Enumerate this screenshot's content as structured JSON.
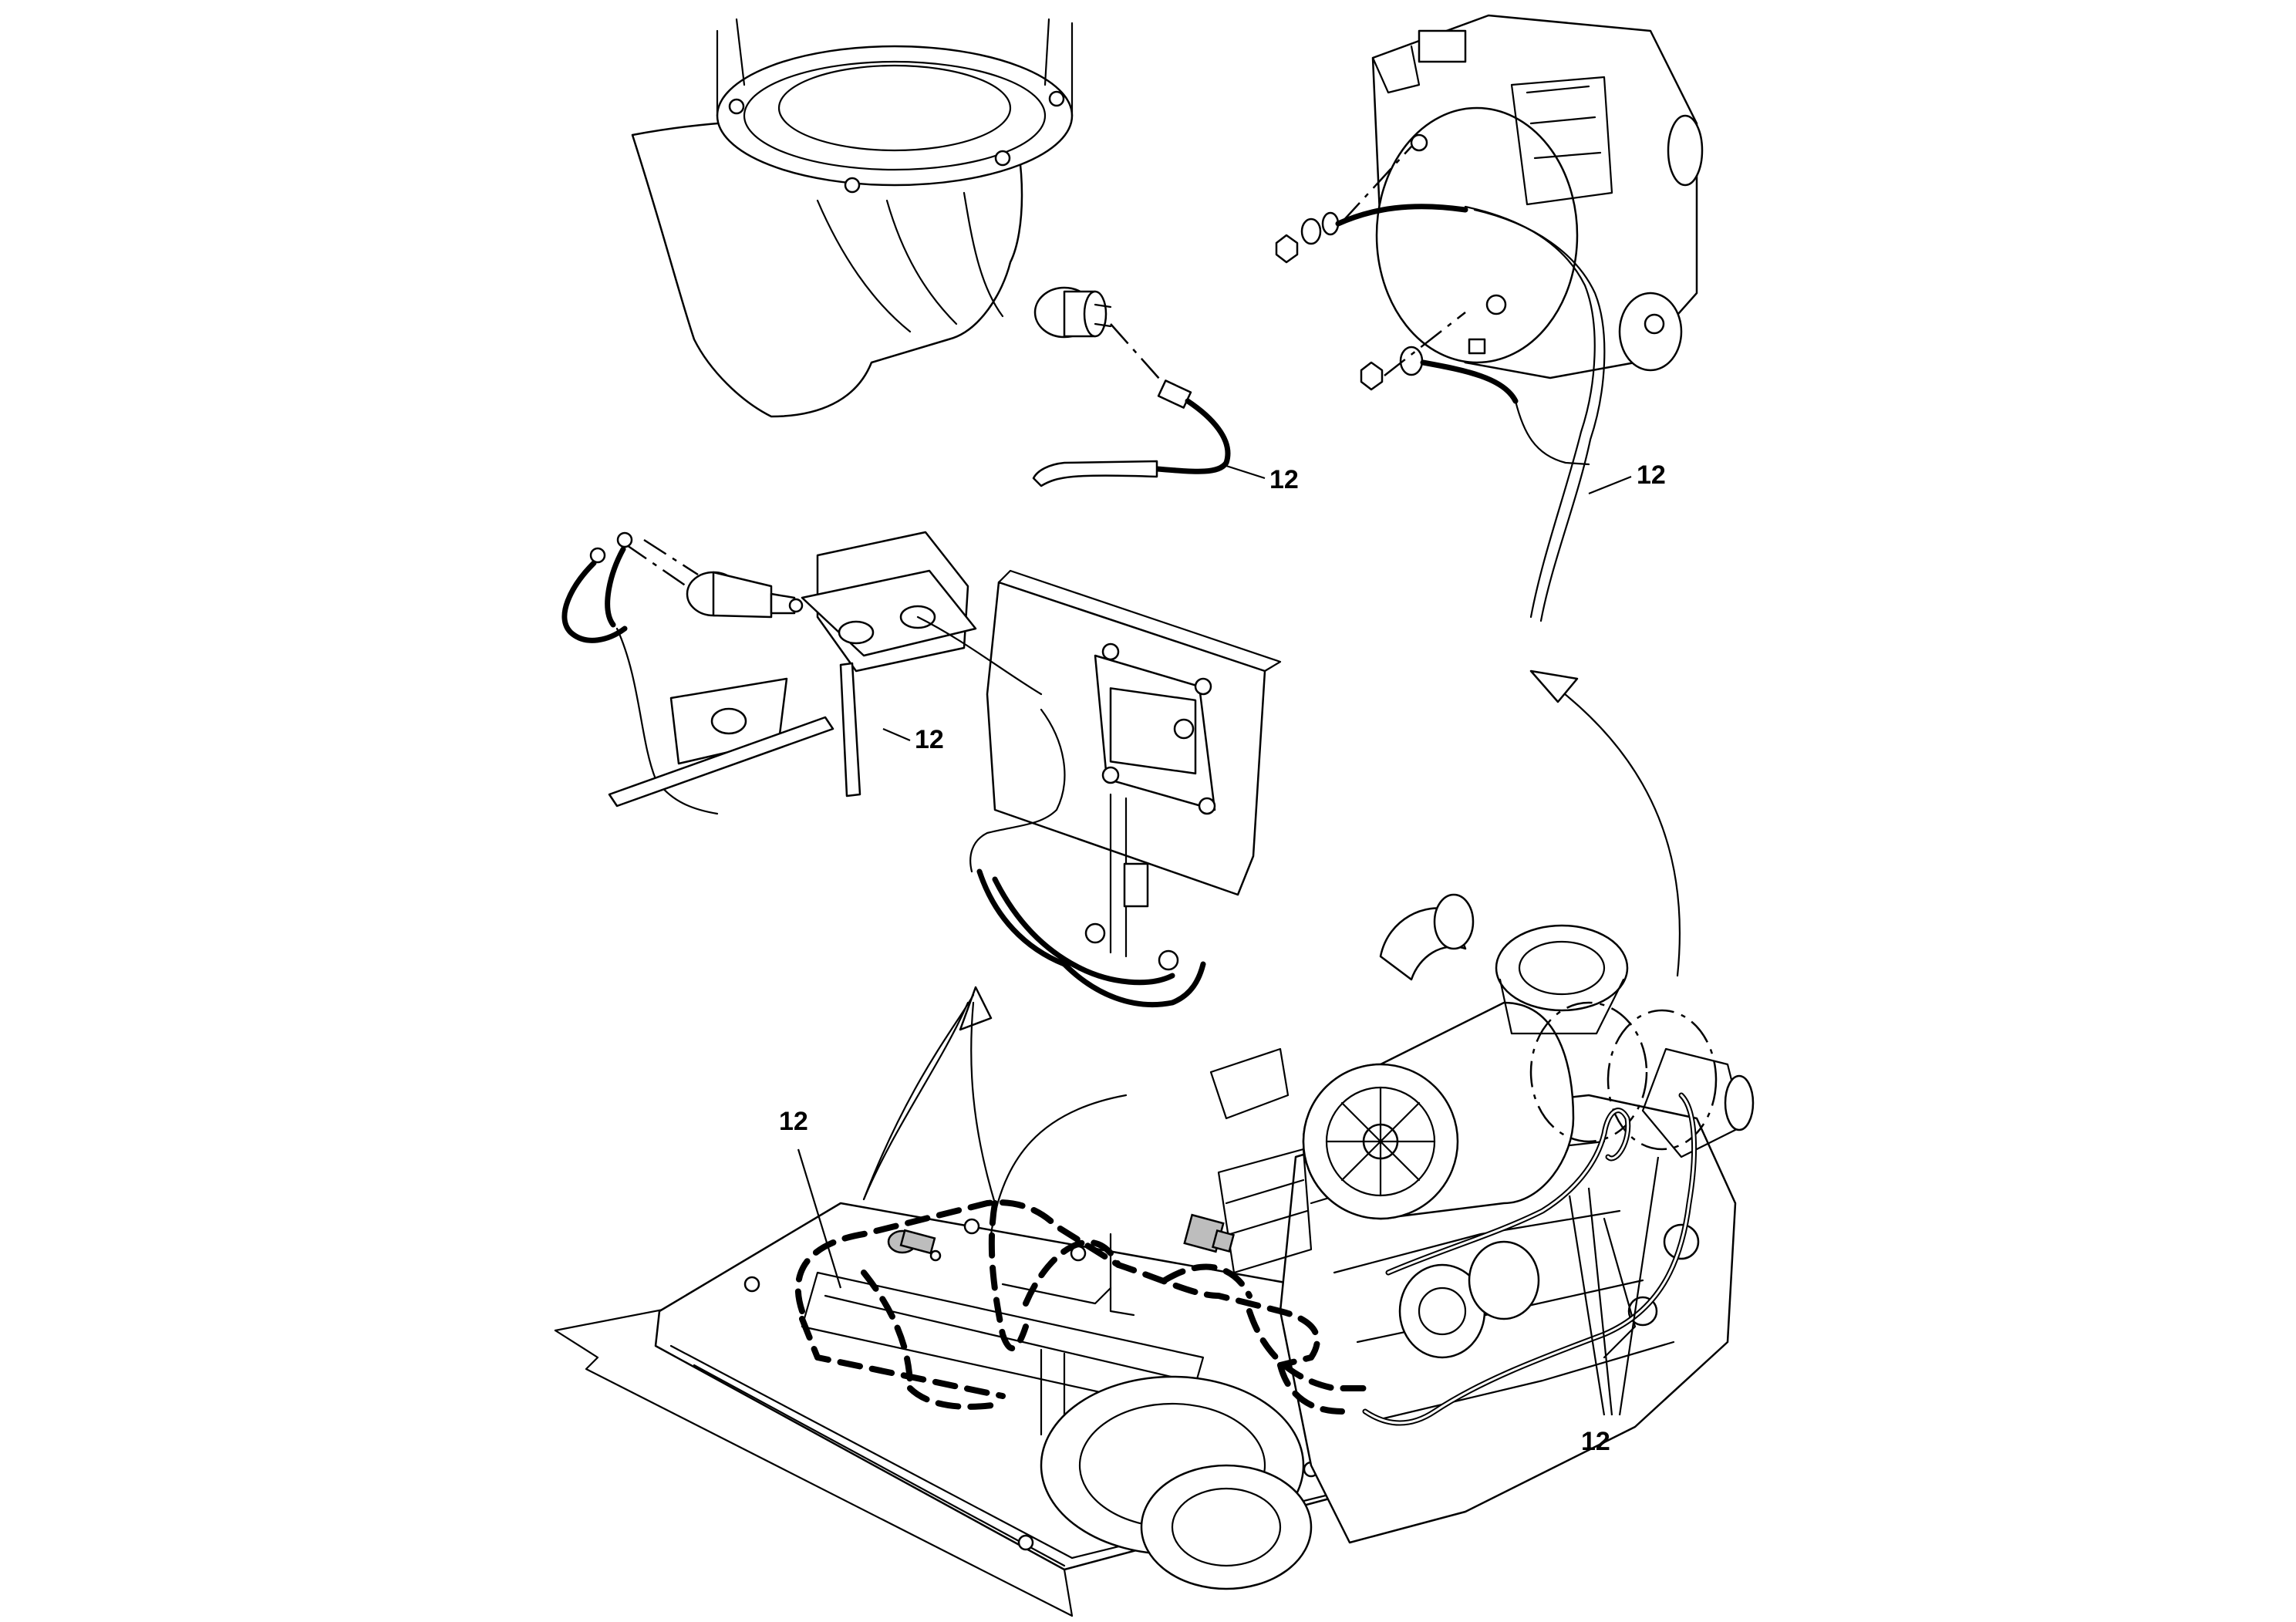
{
  "diagram": {
    "callouts": [
      {
        "id": "top-left-sensor",
        "text": "12"
      },
      {
        "id": "top-right-alternator",
        "text": "12"
      },
      {
        "id": "middle-connector-panel",
        "text": "12"
      },
      {
        "id": "bottom-frame-harness",
        "text": "12"
      },
      {
        "id": "bottom-engine-harness",
        "text": "12"
      }
    ],
    "colors": {
      "line": "#000000",
      "background": "#ffffff",
      "component_fill": "#bdbdbd"
    }
  }
}
